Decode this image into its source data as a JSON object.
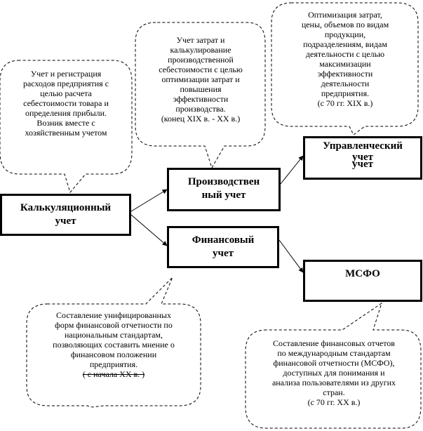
{
  "nodes": {
    "kalk": {
      "lines": [
        "Калькуляционный",
        "учет"
      ]
    },
    "proizv": {
      "lines": [
        "Производствен",
        "ный учет"
      ]
    },
    "fin": {
      "lines": [
        "Финансовый",
        "учет"
      ]
    },
    "upr": {
      "lines": [
        "Управленческий",
        "учет",
        "учет"
      ]
    },
    "msfo": {
      "lines": [
        "МСФО"
      ]
    }
  },
  "notes": {
    "kalk": {
      "lines": [
        "Учет и регистрация",
        "расходов предприятия с",
        "целью расчета",
        "себестоимости товара и",
        "определения прибыли.",
        "Возник вместе с",
        "хозяйственным учетом"
      ]
    },
    "proizv": {
      "lines": [
        "Учет затрат и",
        "калькулирование",
        "производственной",
        "себестоимости с целью",
        "оптимизации затрат и",
        "повышения",
        "эффективности",
        "производства.",
        "(конец XIX в. - XX в.)"
      ]
    },
    "upr": {
      "lines": [
        "Оптимизация затрат,",
        "цены, объемов по видам",
        "продукции,",
        "подразделениям, видам",
        "деятельности с целью",
        "максимизации",
        "эффективности",
        "деятельности",
        "предприятия.",
        "(с 70 гг. XIX в.)"
      ]
    },
    "fin": {
      "lines": [
        "Составление унифицированных",
        "форм финансовой отчетности по",
        "национальным стандартам,",
        "позволяющих составить мнение о",
        "финансовом положении",
        "предприятия.",
        "( с начала XX в. )"
      ]
    },
    "msfo": {
      "lines": [
        "Составление финансовых отчетов",
        "по международным стандартам",
        "финансовой отчетности (МСФО),",
        "доступных для понимания и",
        "анализа пользователями из других",
        "стран.",
        "(с 70 гг. XX в.)"
      ]
    }
  }
}
